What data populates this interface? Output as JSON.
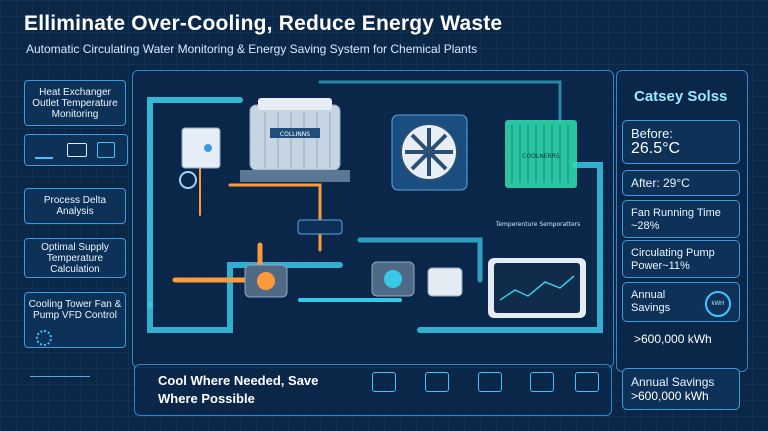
{
  "header": {
    "title": "Elliminate Over-Cooling, Reduce Energy Waste",
    "subtitle": "Automatic Circulating Water Monitoring & Energy Saving System for Chemical Plants"
  },
  "left_flow": [
    {
      "label": "Heat Exchanger Outlet Temperature Monitoring"
    },
    {
      "label": "Process Delta Analysis"
    },
    {
      "label": "Optimal Supply Temperature Calculation"
    },
    {
      "label": "Cooling Tower Fan & Pump VFD Control"
    }
  ],
  "diagram": {
    "tower_label": "COLLINNS",
    "radiator_label": "COOLNERRS",
    "temp_label": "Temperenture Semporatters",
    "footer_left": "Cool Where Needed, Save Where Possible"
  },
  "results": {
    "title": "Catsey Solss",
    "before_label": "Before:",
    "before_value": "26.5°C",
    "after_label": "After: 29°C",
    "fan_label": "Fan Running Time ~28%",
    "pump_label": "Circulating Pump Power~11%",
    "annual_label": "Annual Savings",
    "annual_badge": "kWH",
    "annual_value": ">600,000 kWh"
  },
  "summary": {
    "label": "Annual Savings",
    "value": ">600,000 kWh"
  },
  "colors": {
    "background": "#0b2748",
    "accent": "#3a9be0",
    "pipe_cool": "#39c8e6",
    "pipe_warm": "#ff9a3c",
    "highlight_green": "#2fe0b0"
  }
}
